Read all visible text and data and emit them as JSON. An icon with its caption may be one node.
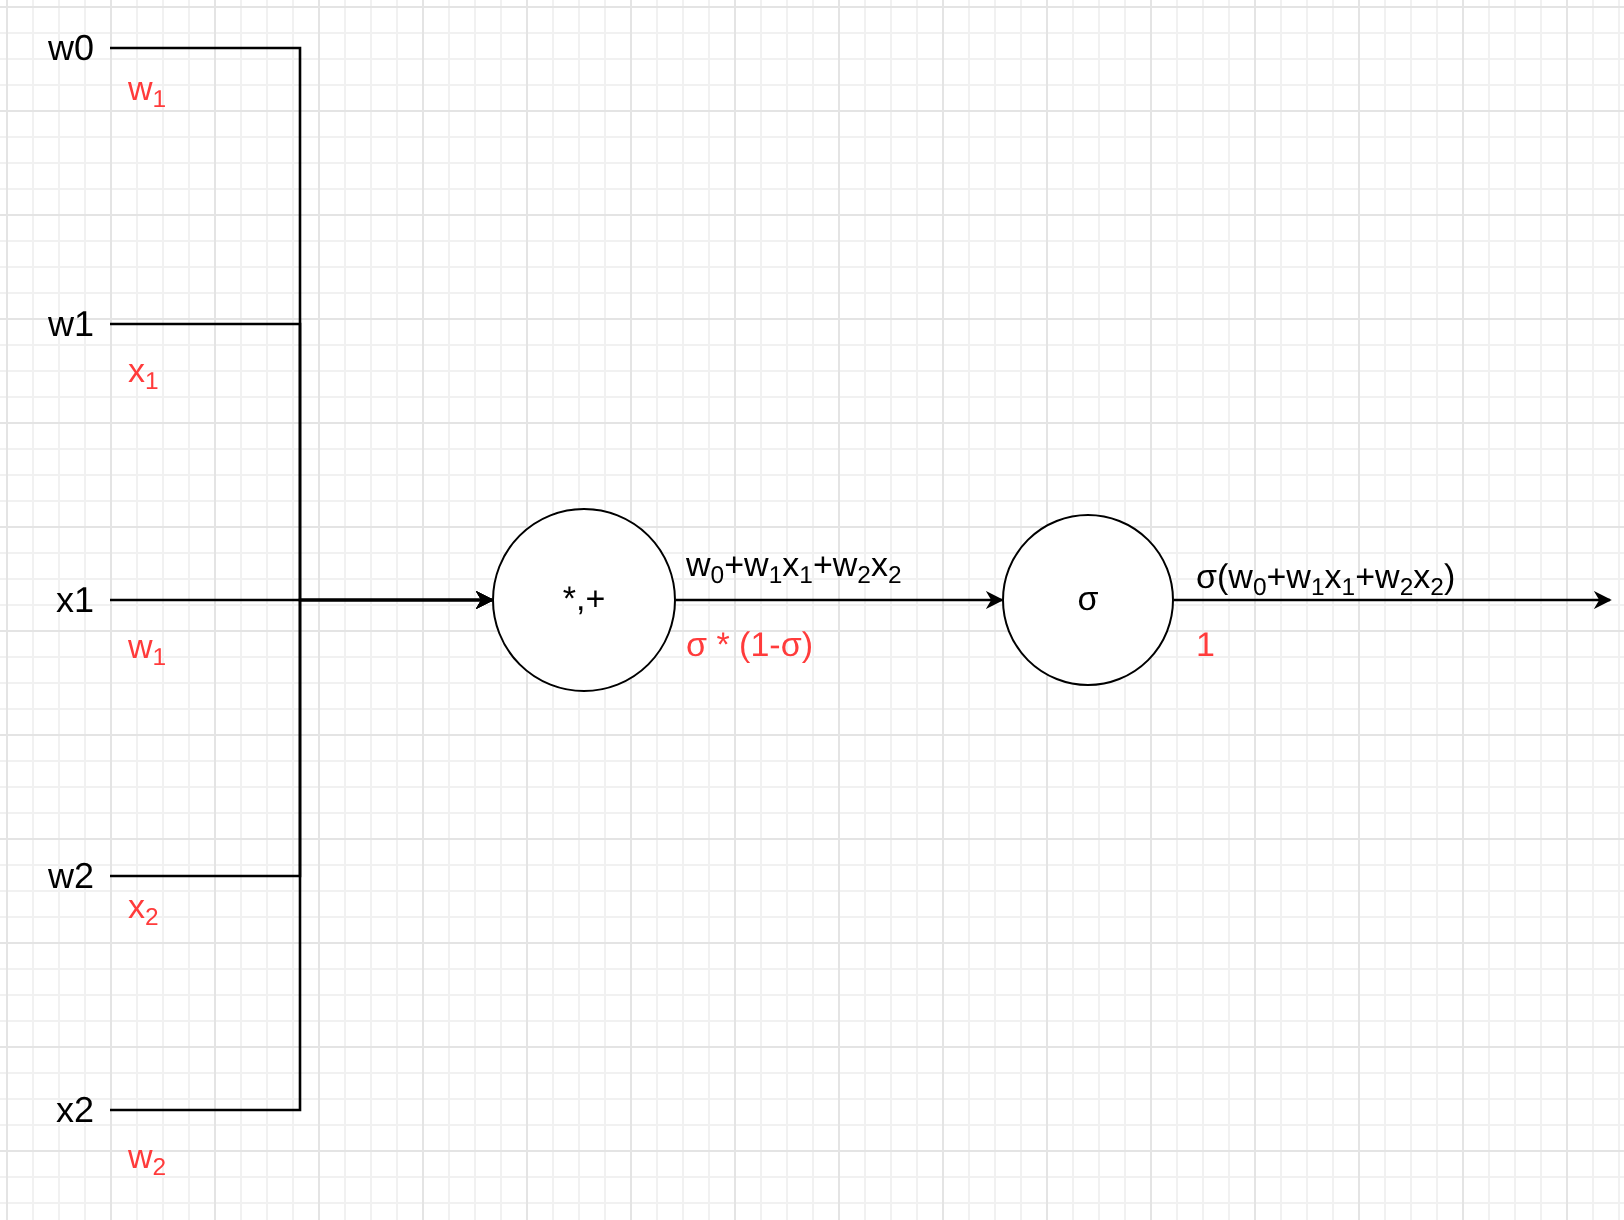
{
  "diagram": {
    "nodes": [
      {
        "text": [
          "w0"
        ]
      },
      {
        "text": [
          "w1"
        ]
      },
      {
        "text": [
          "x1"
        ]
      },
      {
        "text": [
          "w2"
        ]
      },
      {
        "text": [
          "x2"
        ]
      },
      {
        "text": [
          "*,+"
        ]
      },
      {
        "text": [
          "σ"
        ]
      }
    ],
    "edges": [
      {
        "from": 0,
        "to": 5,
        "arrow": "to"
      },
      {
        "from": 1,
        "to": 5,
        "arrow": "to"
      },
      {
        "from": 2,
        "to": 5,
        "arrow": "to"
      },
      {
        "from": 3,
        "to": 5,
        "arrow": "to"
      },
      {
        "from": 4,
        "to": 5,
        "arrow": "to"
      },
      {
        "from": 5,
        "to": 6,
        "arrow": "to",
        "label": "w$_{0}$+w$_{1}$x$_{1}$+w$_{2}$x$_{2}$"
      },
      {
        "from": 6,
        "to": null,
        "arrow": "to",
        "label": "σ(w$_{0}$+w$_{1}$x$_{1}$+w$_{2}$x$_{2}$)"
      }
    ],
    "labels": [
      "w$_{1}$",
      "x$_{1}$",
      "w$_{1}$",
      "x$_{2}$",
      "w$_{2}$",
      "σ * (1-σ)",
      "1"
    ]
  }
}
